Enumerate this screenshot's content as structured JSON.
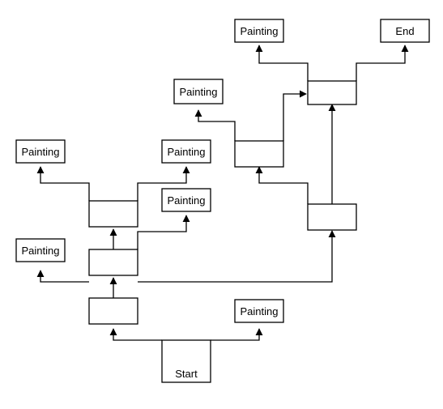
{
  "diagram": {
    "start_label": "Start",
    "end_label": "End",
    "painting_label": "Painting",
    "colors": {
      "stroke": "#000000",
      "fill": "#ffffff",
      "background": "#ffffff"
    }
  }
}
